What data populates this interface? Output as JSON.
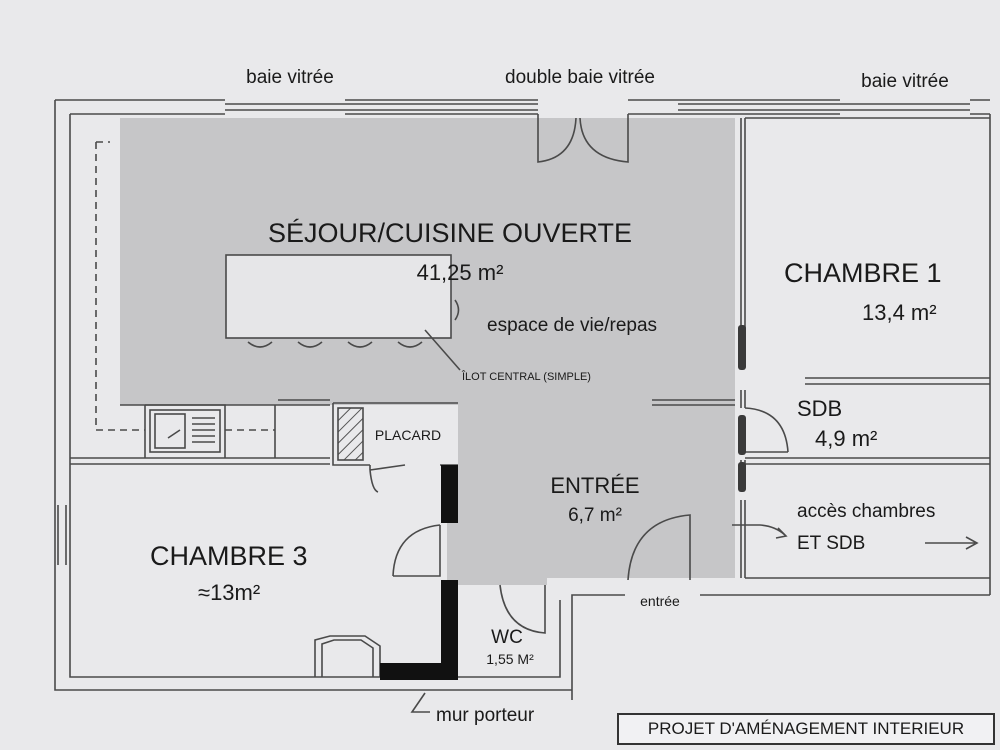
{
  "plan": {
    "openings": {
      "window_left": "baie vitrée",
      "window_center": "double baie vitrée",
      "window_right": "baie vitrée"
    },
    "rooms": {
      "sejour": {
        "name": "SÉJOUR/CUISINE OUVERTE",
        "area": "41,25 m²",
        "subtitle": "espace de vie/repas"
      },
      "ilot": {
        "label": "ÎLOT CENTRAL (SIMPLE)"
      },
      "chambre1": {
        "name": "CHAMBRE 1",
        "area": "13,4 m²"
      },
      "sdb": {
        "name": "SDB",
        "area": "4,9 m²"
      },
      "acces": {
        "line1": "accès chambres",
        "line2": "ET SDB"
      },
      "entree_room": {
        "name": "ENTRÉE",
        "area": "6,7 m²"
      },
      "entree_door": "entrée",
      "placard": "PLACARD",
      "chambre3": {
        "name": "CHAMBRE 3",
        "area": "≈13m²"
      },
      "wc": {
        "name": "WC",
        "area": "1,55 M²"
      }
    },
    "annotations": {
      "load_wall": "mur porteur"
    },
    "footer": "PROJET D'AMÉNAGEMENT INTERIEUR",
    "colors": {
      "background": "#e9e9eb",
      "shaded_zone": "#c6c6c8",
      "wall": "#4a4a4a",
      "load_bearing_wall": "#111111",
      "text": "#1a1a1a"
    }
  }
}
